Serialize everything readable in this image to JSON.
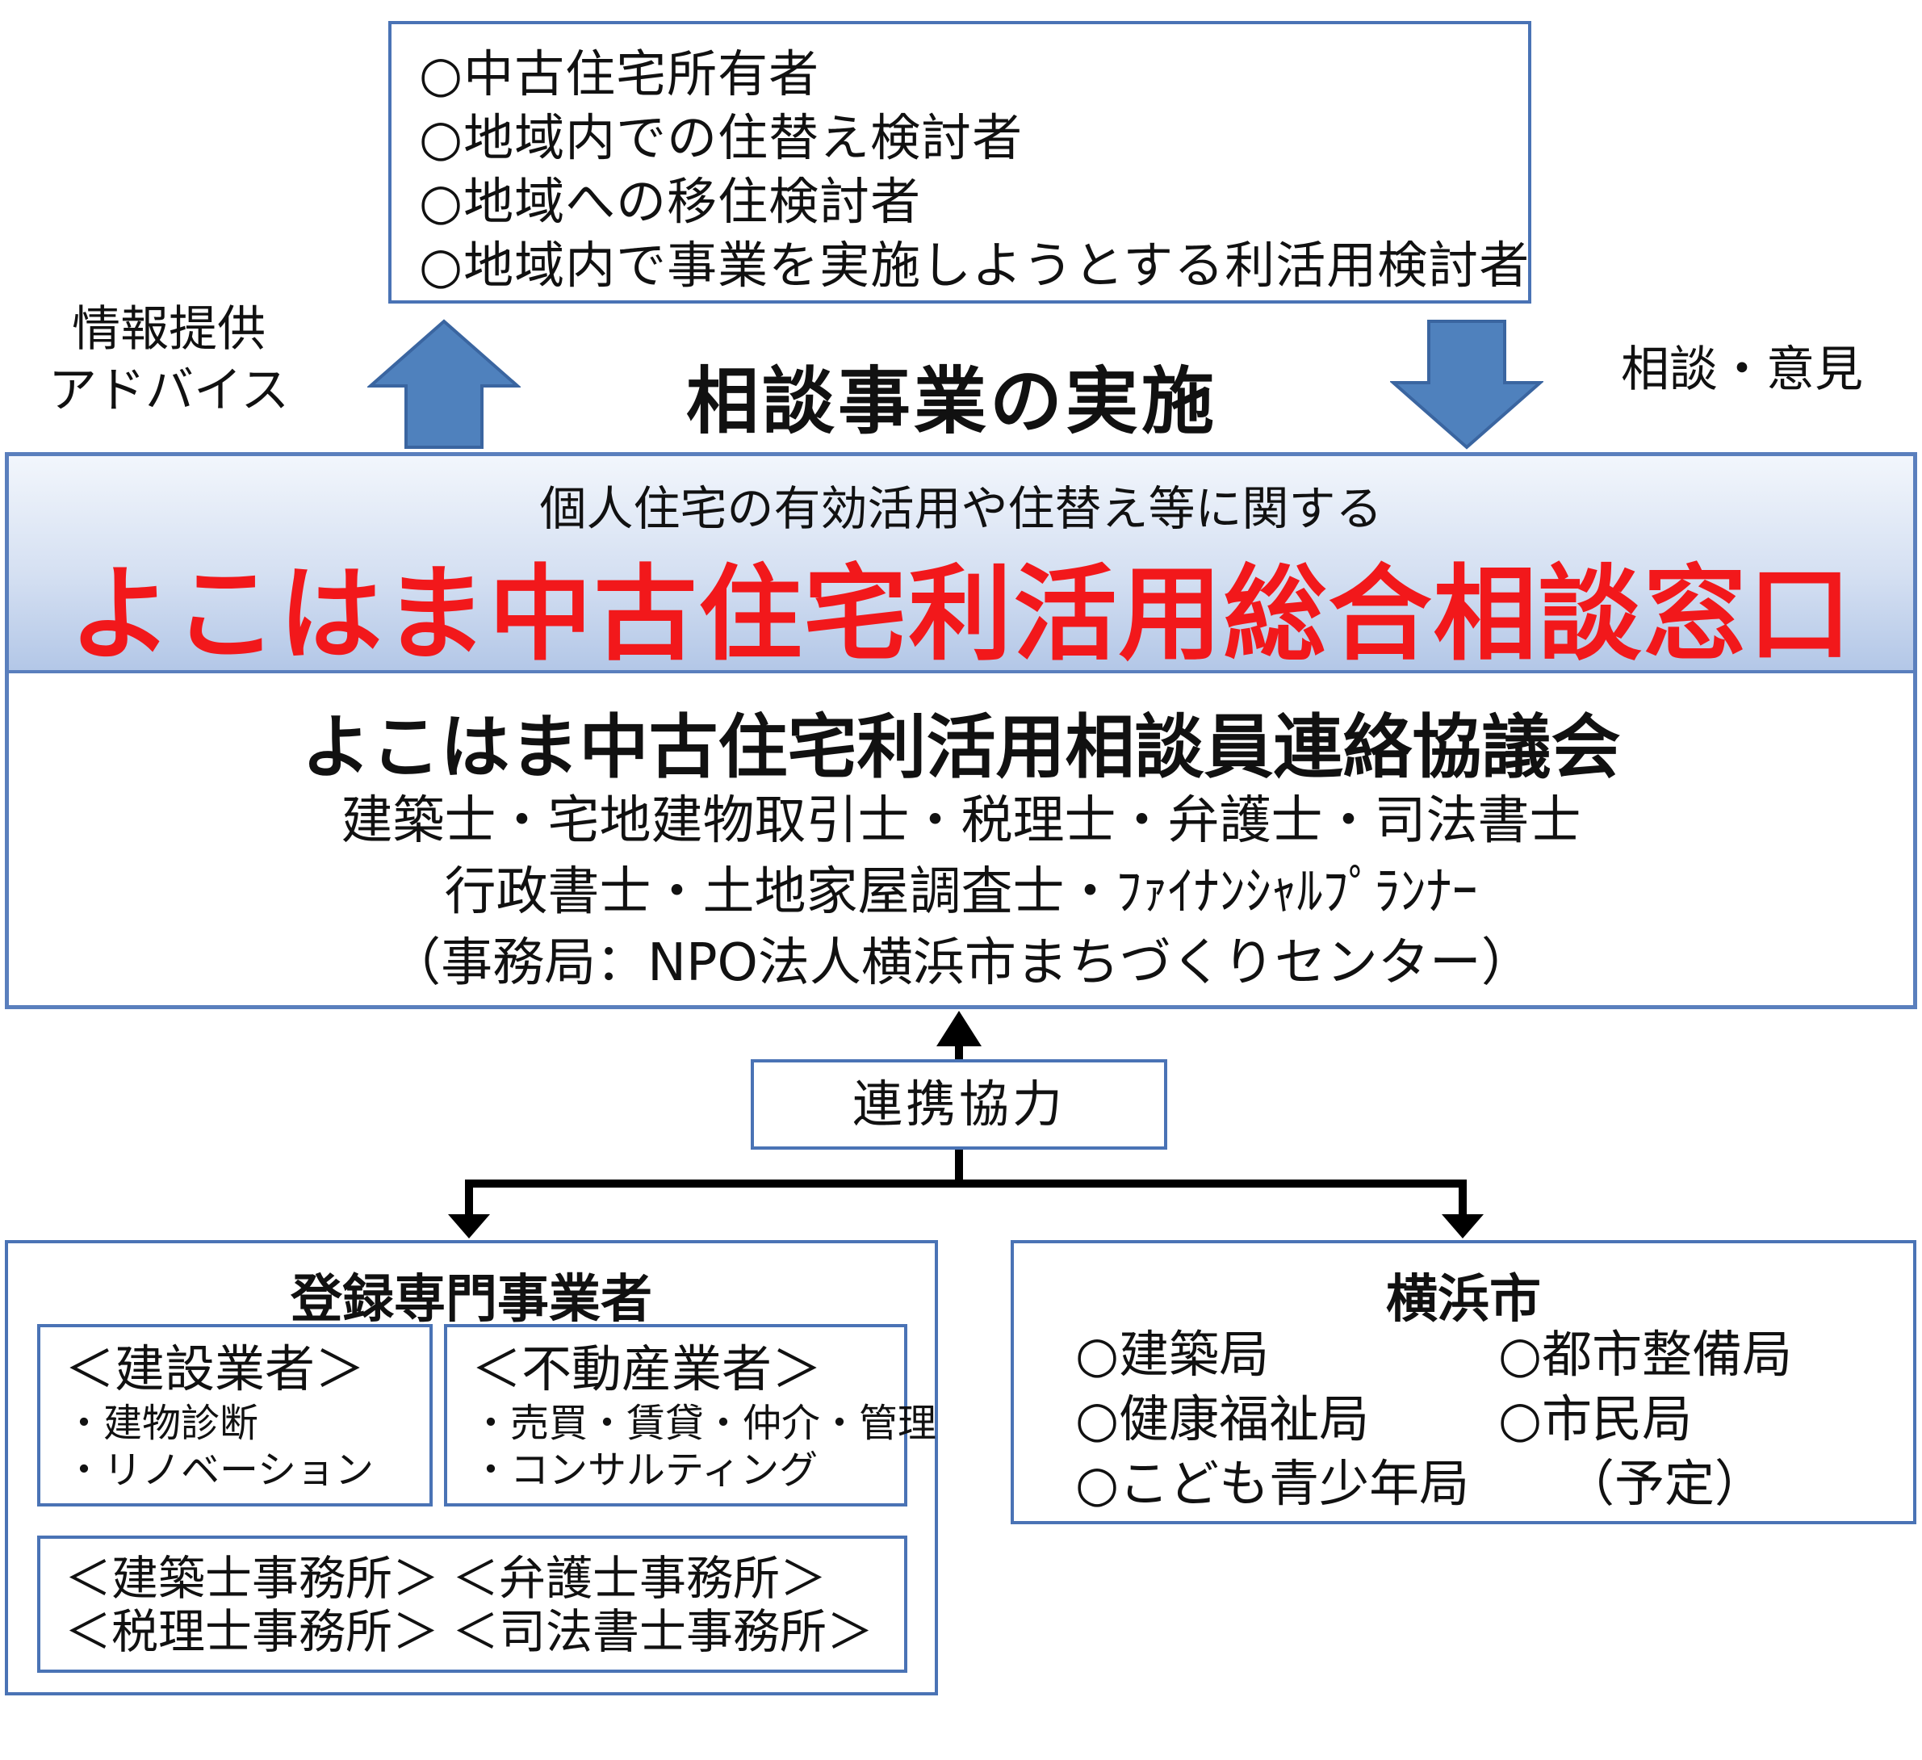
{
  "targets": [
    "○中古住宅所有者",
    "○地域内での住替え検討者",
    "○地域への移住検討者",
    "○地域内で事業を実施しようとする利活用検討者"
  ],
  "left_label": [
    "情報提供",
    "アドバイス"
  ],
  "right_label": "相談・意見",
  "action_title": "相談事業の実施",
  "window": {
    "subtitle": "個人住宅の有効活用や住替え等に関する",
    "title": "よこはま中古住宅利活用総合相談窓口",
    "council_title": "よこはま中古住宅利活用相談員連絡協議会",
    "members": [
      "建築士・宅地建物取引士・税理士・弁護士・司法書士",
      "行政書士・土地家屋調査士・ﾌｧｲﾅﾝｼｬﾙﾌﾟﾗﾝﾅｰ",
      "（事務局：NPO法人横浜市まちづくりセンター）"
    ]
  },
  "cooperation": "連携協力",
  "registered": {
    "title": "登録専門事業者",
    "construction": {
      "title": "＜建設業者＞",
      "items": [
        "・建物診断",
        "・リノベーション"
      ]
    },
    "real_estate": {
      "title": "＜不動産業者＞",
      "items": [
        "・売買・賃貸・仲介・管理",
        "・コンサルティング"
      ]
    },
    "offices": [
      [
        "＜建築士事務所＞",
        "＜弁護士事務所＞"
      ],
      [
        "＜税理士事務所＞",
        "＜司法書士事務所＞"
      ]
    ]
  },
  "city": {
    "title": "横浜市",
    "left": [
      "○建築局",
      "○健康福祉局",
      "○こども青少年局"
    ],
    "right": [
      "○都市整備局",
      "○市民局",
      "（予定）"
    ]
  },
  "colors": {
    "border": "#4a73b5",
    "arrow": "#4f81bd",
    "title_red": "#f2181b"
  }
}
